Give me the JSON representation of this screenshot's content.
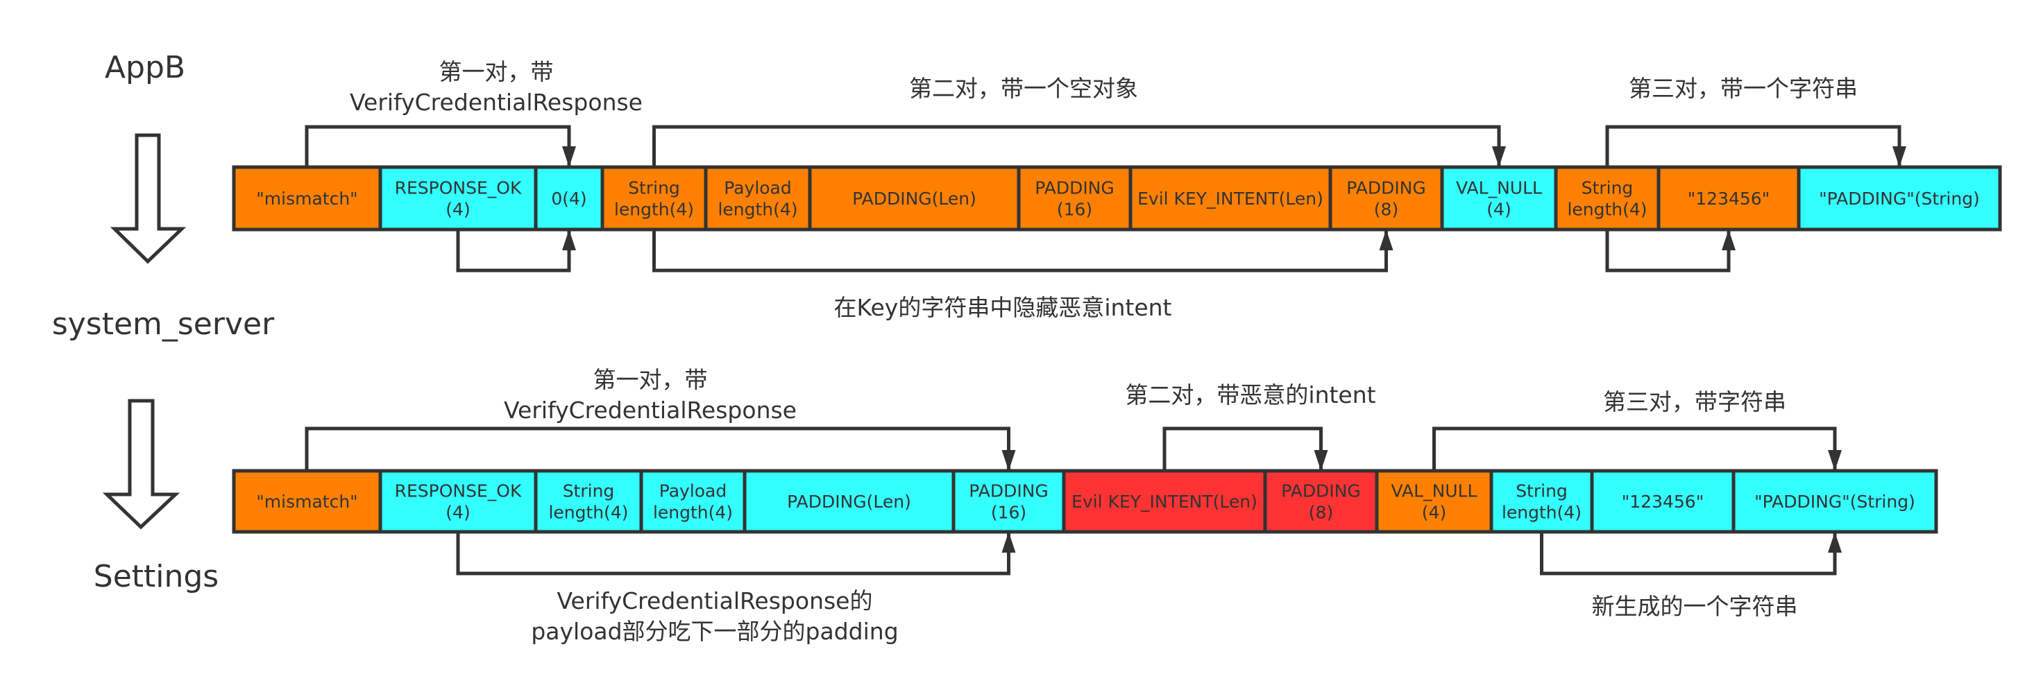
{
  "colors": {
    "orange": "#FF8000",
    "cyan": "#33FFFF",
    "red": "#FF3333",
    "stroke": "#333333",
    "text": "#333333"
  },
  "stages": [
    "AppB",
    "system_server",
    "Settings"
  ],
  "row1": {
    "cells": [
      {
        "lines": [
          "\"mismatch\""
        ],
        "color": "orange"
      },
      {
        "lines": [
          "RESPONSE_OK",
          "(4)"
        ],
        "color": "cyan"
      },
      {
        "lines": [
          "0(4)"
        ],
        "color": "cyan"
      },
      {
        "lines": [
          "String",
          "length(4)"
        ],
        "color": "orange"
      },
      {
        "lines": [
          "Payload",
          "length(4)"
        ],
        "color": "orange"
      },
      {
        "lines": [
          "PADDING(Len)"
        ],
        "color": "orange"
      },
      {
        "lines": [
          "PADDING",
          "(16)"
        ],
        "color": "orange"
      },
      {
        "lines": [
          "Evil KEY_INTENT(Len)"
        ],
        "color": "orange"
      },
      {
        "lines": [
          "PADDING",
          "(8)"
        ],
        "color": "orange"
      },
      {
        "lines": [
          "VAL_NULL",
          "(4)"
        ],
        "color": "cyan"
      },
      {
        "lines": [
          "String",
          "length(4)"
        ],
        "color": "orange"
      },
      {
        "lines": [
          "\"123456\""
        ],
        "color": "orange"
      },
      {
        "lines": [
          "\"PADDING\"(String)"
        ],
        "color": "cyan"
      }
    ],
    "annotations": {
      "pair1_top": [
        "第一对，带",
        "VerifyCredentialResponse"
      ],
      "pair2_top": [
        "第二对，带一个空对象"
      ],
      "pair2_bottom": [
        "在Key的字符串中隐藏恶意intent"
      ],
      "pair3_top": [
        "第三对，带一个字符串"
      ]
    }
  },
  "row2": {
    "cells": [
      {
        "lines": [
          "\"mismatch\""
        ],
        "color": "orange"
      },
      {
        "lines": [
          "RESPONSE_OK",
          "(4)"
        ],
        "color": "cyan"
      },
      {
        "lines": [
          "String",
          "length(4)"
        ],
        "color": "cyan"
      },
      {
        "lines": [
          "Payload",
          "length(4)"
        ],
        "color": "cyan"
      },
      {
        "lines": [
          "PADDING(Len)"
        ],
        "color": "cyan"
      },
      {
        "lines": [
          "PADDING",
          "(16)"
        ],
        "color": "cyan"
      },
      {
        "lines": [
          "Evil KEY_INTENT(Len)"
        ],
        "color": "red"
      },
      {
        "lines": [
          "PADDING",
          "(8)"
        ],
        "color": "red"
      },
      {
        "lines": [
          "VAL_NULL",
          "(4)"
        ],
        "color": "orange"
      },
      {
        "lines": [
          "String",
          "length(4)"
        ],
        "color": "cyan"
      },
      {
        "lines": [
          "\"123456\""
        ],
        "color": "cyan"
      },
      {
        "lines": [
          "\"PADDING\"(String)"
        ],
        "color": "cyan"
      }
    ],
    "annotations": {
      "pair1_top": [
        "第一对，带",
        "VerifyCredentialResponse"
      ],
      "pair1_bottom": [
        "VerifyCredentialResponse的",
        "payload部分吃下一部分的padding"
      ],
      "pair2_top": [
        "第二对，带恶意的intent"
      ],
      "pair3_top": [
        "第三对，带字符串"
      ],
      "pair3_bottom": [
        "新生成的一个字符串"
      ]
    }
  }
}
